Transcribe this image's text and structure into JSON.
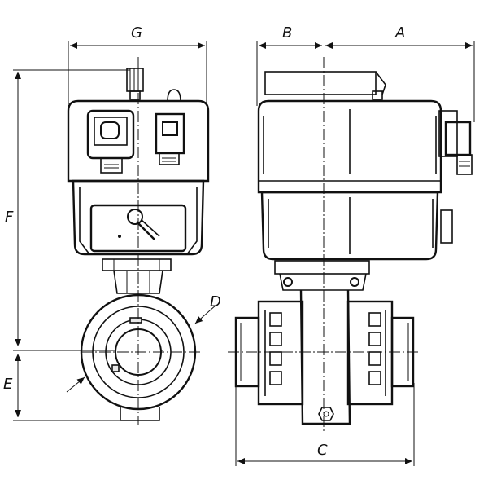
{
  "labels": {
    "G": "G",
    "B": "B",
    "A": "A",
    "F": "F",
    "E": "E",
    "D": "D",
    "C": "C"
  },
  "colors": {
    "line": "#111111",
    "background": "#ffffff"
  }
}
